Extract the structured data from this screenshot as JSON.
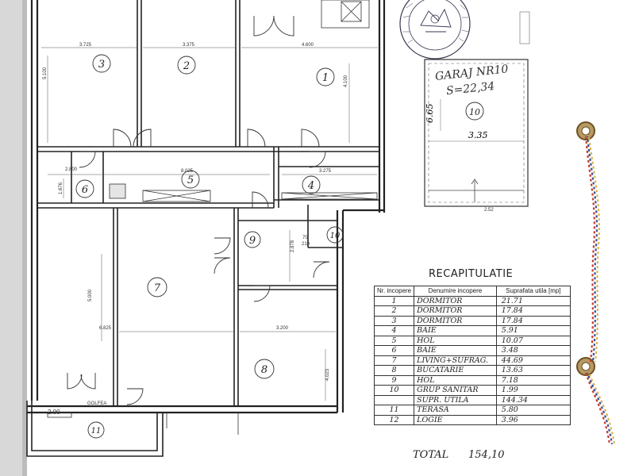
{
  "plan": {
    "rooms": [
      {
        "id": "1",
        "label": "1"
      },
      {
        "id": "2",
        "label": "2"
      },
      {
        "id": "3",
        "label": "3"
      },
      {
        "id": "4",
        "label": "4"
      },
      {
        "id": "5",
        "label": "5"
      },
      {
        "id": "6",
        "label": "6"
      },
      {
        "id": "7",
        "label": "7"
      },
      {
        "id": "8",
        "label": "8"
      },
      {
        "id": "9",
        "label": "9"
      },
      {
        "id": "10",
        "label": "10"
      },
      {
        "id": "11",
        "label": "11"
      }
    ],
    "dimensions": {
      "d1": "3.725",
      "d2": "3.375",
      "d3": "4.600",
      "d4": "5.100",
      "d5": "4.100",
      "d6": "8.025",
      "d7": "3.275",
      "d8": "2.800",
      "d9": "1.676",
      "d10": "6.825",
      "d11": "3.200",
      "d12": "5.000",
      "d13": "4.023",
      "d14": "2.878",
      "d15": "2.00",
      "door1": "70",
      "door2": "210",
      "bal": "GOLFEA"
    }
  },
  "garage": {
    "title": "GARAJ NR10",
    "area": "S=22,34",
    "room_no": "10",
    "dim_side": "6.65",
    "dim_width": "3.35",
    "dim_small": "2.52"
  },
  "recap": {
    "title": "RECAPITULATIE",
    "headers": [
      "Nr. incopere",
      "Denumire incopere",
      "Suprafata utila [mp]"
    ],
    "rows": [
      [
        "1",
        "DORMITOR",
        "21.71"
      ],
      [
        "2",
        "DORMITOR",
        "17.84"
      ],
      [
        "3",
        "DORMITOR",
        "17.84"
      ],
      [
        "4",
        "BAIE",
        "5.91"
      ],
      [
        "5",
        "HOL",
        "10.07"
      ],
      [
        "6",
        "BAIE",
        "3.48"
      ],
      [
        "7",
        "LIVING+SUFRAG.",
        "44.69"
      ],
      [
        "8",
        "BUCATARIE",
        "13.63"
      ],
      [
        "9",
        "HOL",
        "7.18"
      ],
      [
        "10",
        "GRUP SANITAR",
        "1.99"
      ],
      [
        "",
        "SUPR. UTILA",
        "144.34"
      ],
      [
        "11",
        "TERASA",
        "5.80"
      ],
      [
        "12",
        "LOGIE",
        "3.96"
      ]
    ],
    "total_label": "TOTAL",
    "total_value": "154,10"
  },
  "colors": {
    "line": "#222222",
    "stamp": "#3a3550",
    "cord_red": "#c83a2a",
    "cord_blue": "#3a4f9a",
    "cord_yellow": "#d9b13a",
    "grommet": "#8a6a3a"
  }
}
